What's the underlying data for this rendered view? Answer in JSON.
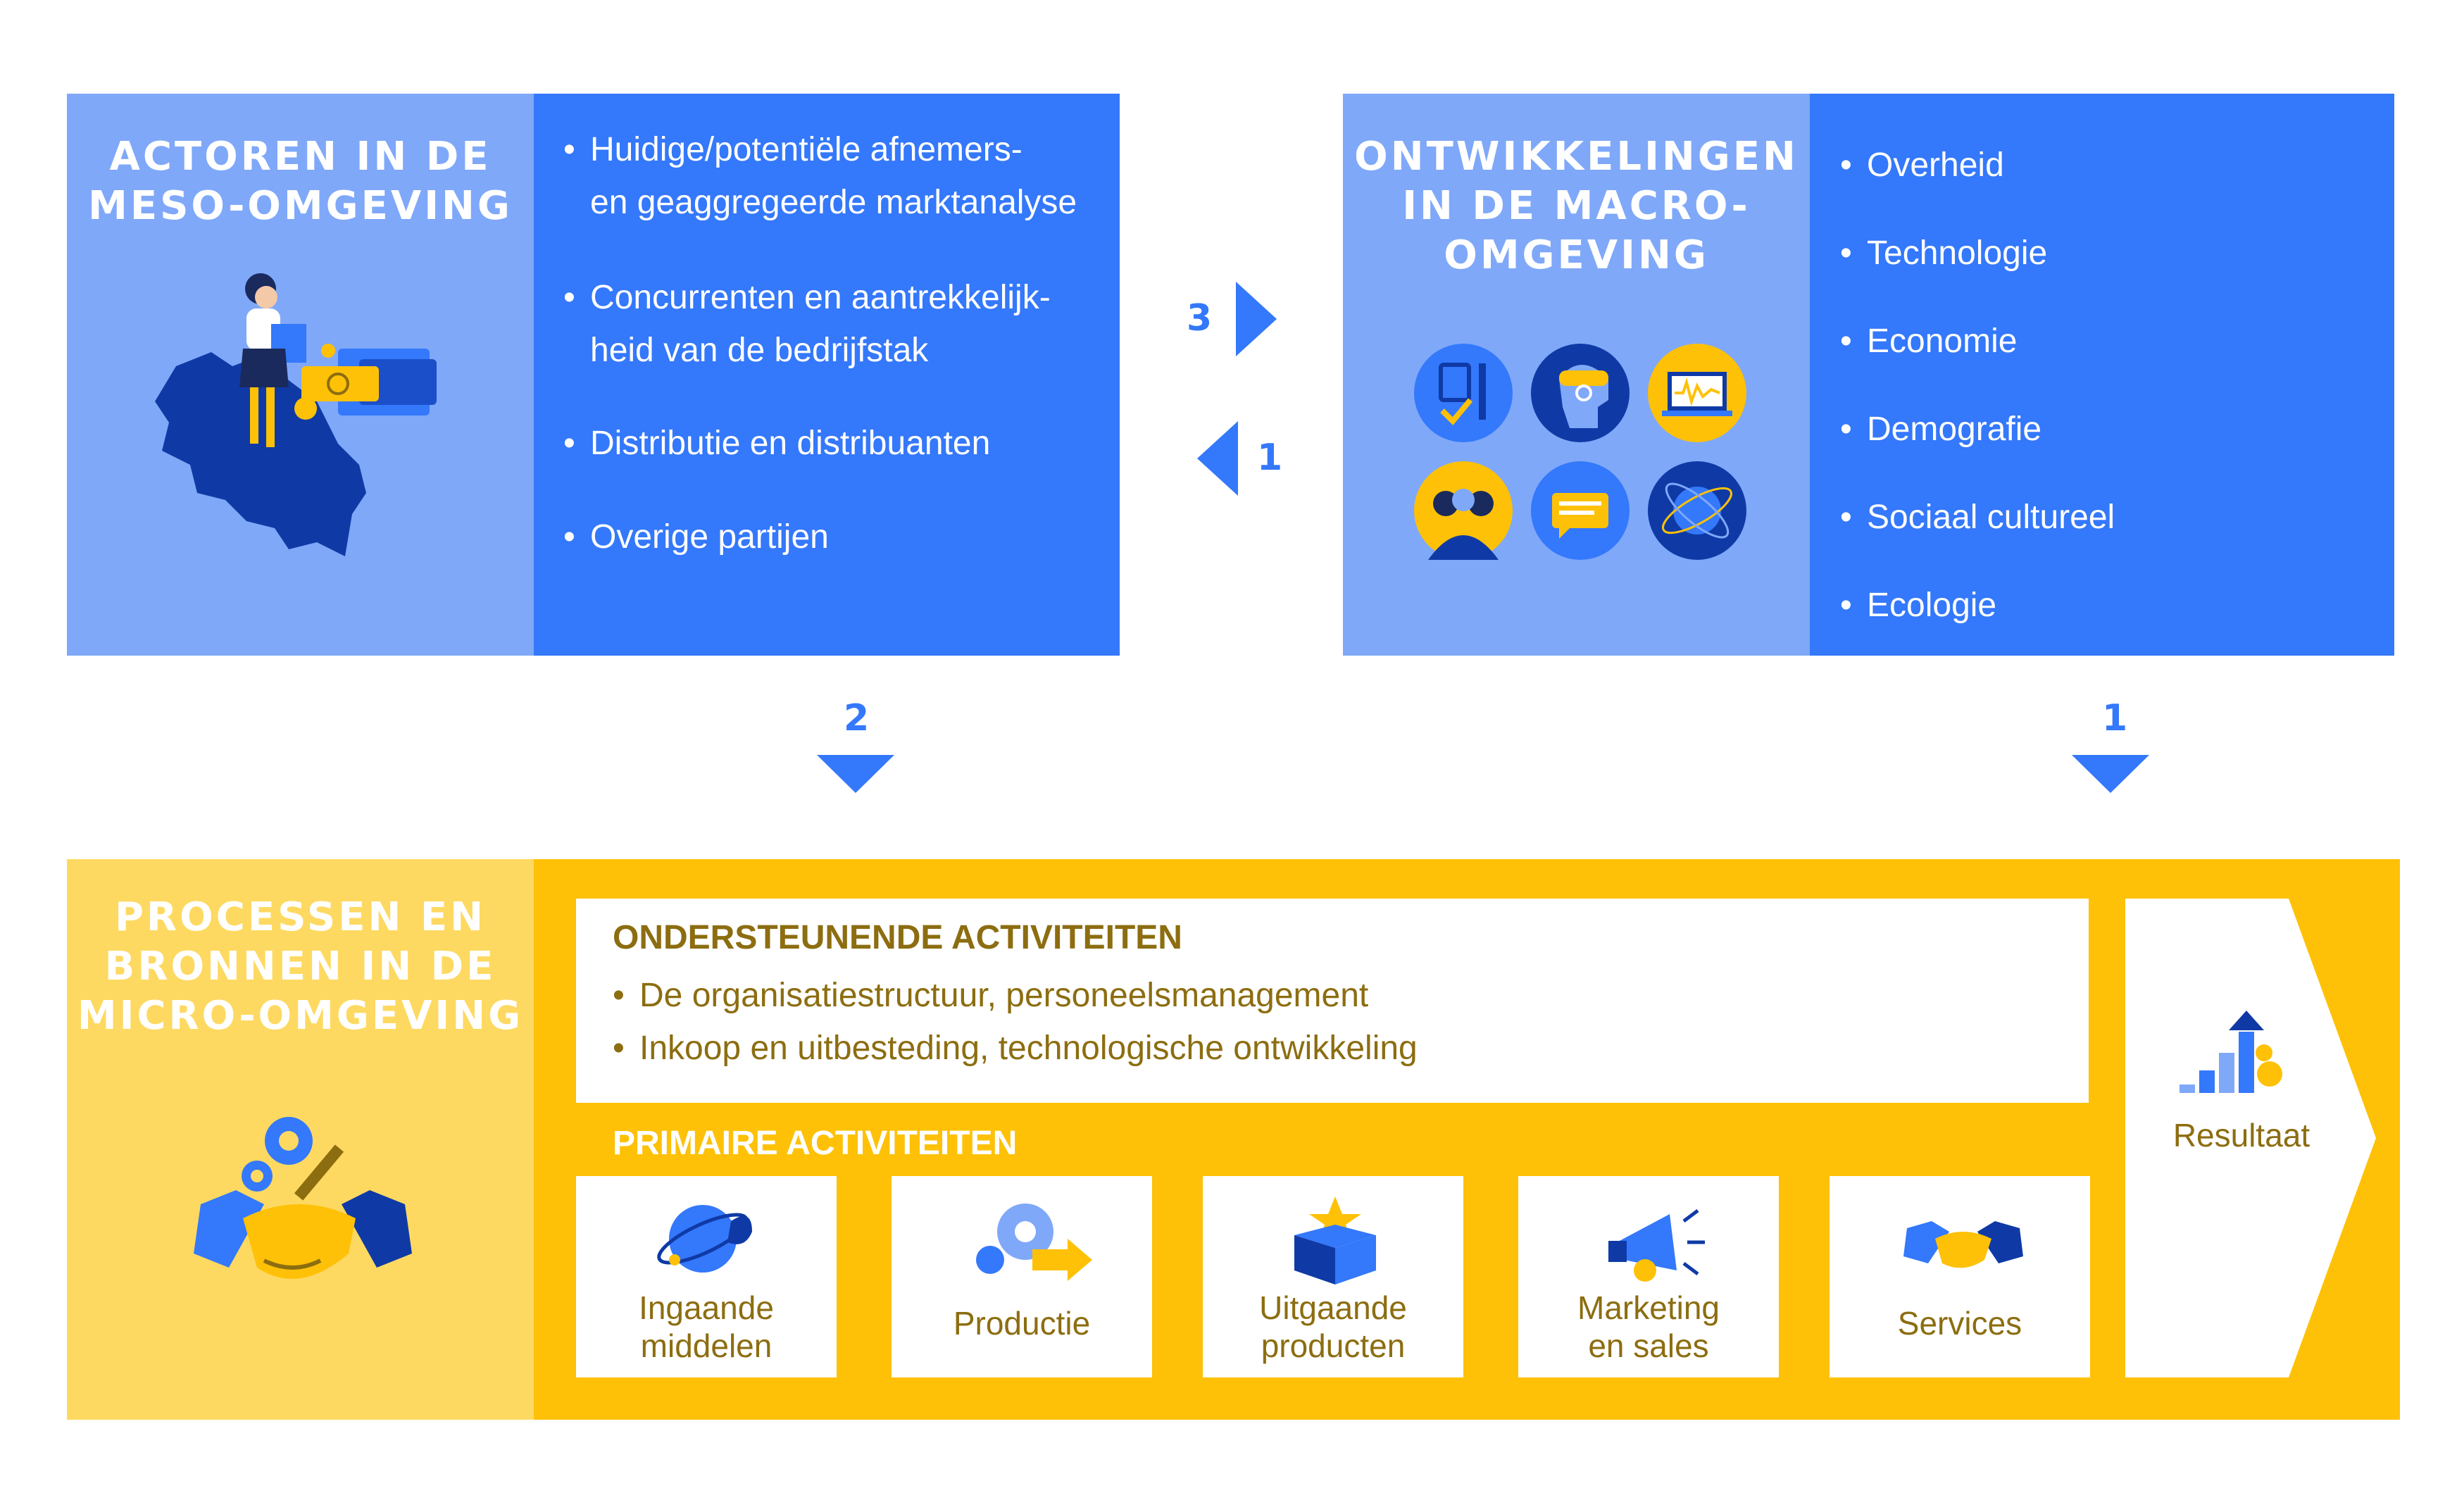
{
  "meso": {
    "title_line1": "ACTOREN IN DE",
    "title_line2": "MESO-OMGEVING",
    "items": [
      "Huidige/potentiële afnemers-",
      "en geaggregeerde marktanalyse",
      "Concurrenten en aantrekkelijk-",
      "heid van de bedrijfstak",
      "Distributie en distribuanten",
      "Overige partijen"
    ]
  },
  "macro": {
    "title_line1": "ONTWIKKELINGEN",
    "title_line2": "IN DE MACRO-",
    "title_line3": "OMGEVING",
    "items": [
      "Overheid",
      "Technologie",
      "Economie",
      "Demografie",
      "Sociaal cultureel",
      "Ecologie"
    ]
  },
  "arrows": {
    "right_label": "3",
    "left_label": "1",
    "down_left_label": "2",
    "down_right_label": "1"
  },
  "micro": {
    "title_line1": "PROCESSEN EN",
    "title_line2": "BRONNEN IN DE",
    "title_line3": "MICRO-OMGEVING",
    "support_title": "ONDERSTEUNENDE ACTIVITEITEN",
    "support_items": [
      "De organisatiestructuur, personeelsmanagement",
      "Inkoop en uitbesteding, technologische ontwikkeling"
    ],
    "primary_title": "PRIMAIRE ACTIVITEITEN",
    "primary_items": [
      {
        "line1": "Ingaande",
        "line2": "middelen"
      },
      {
        "line1": "Productie",
        "line2": ""
      },
      {
        "line1": "Uitgaande",
        "line2": "producten"
      },
      {
        "line1": "Marketing",
        "line2": "en sales"
      },
      {
        "line1": "Services",
        "line2": ""
      }
    ],
    "result_label": "Resultaat"
  },
  "colors": {
    "blue_dark": "#3478fb",
    "blue_light": "#7fa8f9",
    "navy": "#0f3aa6",
    "yellow": "#fec107",
    "yellow_light": "#fed961",
    "brown": "#8c6d10"
  }
}
